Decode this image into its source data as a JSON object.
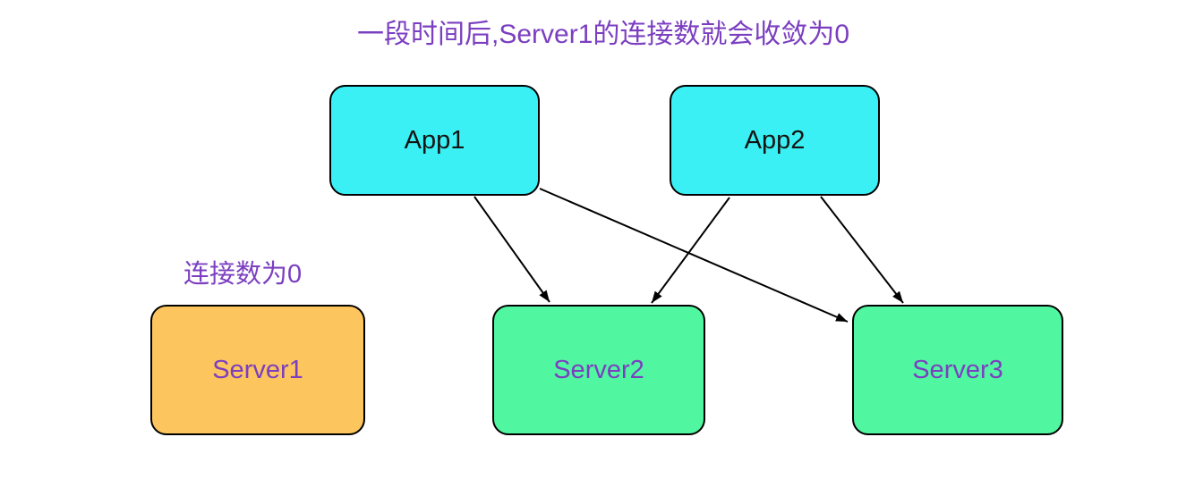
{
  "title": "一段时间后,Server1的连接数就会收敛为0",
  "nodes": {
    "app1": {
      "label": "App1",
      "fill": "#3bf0f4"
    },
    "app2": {
      "label": "App2",
      "fill": "#3bf0f4"
    },
    "server1": {
      "label": "Server1",
      "fill": "#fcc55d",
      "annotation": "连接数为0"
    },
    "server2": {
      "label": "Server2",
      "fill": "#50f7a0"
    },
    "server3": {
      "label": "Server3",
      "fill": "#50f7a0"
    }
  },
  "edges": [
    {
      "from": "App1",
      "to": "Server2"
    },
    {
      "from": "App1",
      "to": "Server3"
    },
    {
      "from": "App2",
      "to": "Server2"
    },
    {
      "from": "App2",
      "to": "Server3"
    }
  ],
  "colors": {
    "app_box_fill": "#3bf0f4",
    "server_box_fill": "#50f7a0",
    "idle_server_box_fill": "#fcc55d",
    "purple_text": "#7b3fc0",
    "node_label_dark": "#141414",
    "edge_stroke": "#000000",
    "background": "#ffffff"
  }
}
